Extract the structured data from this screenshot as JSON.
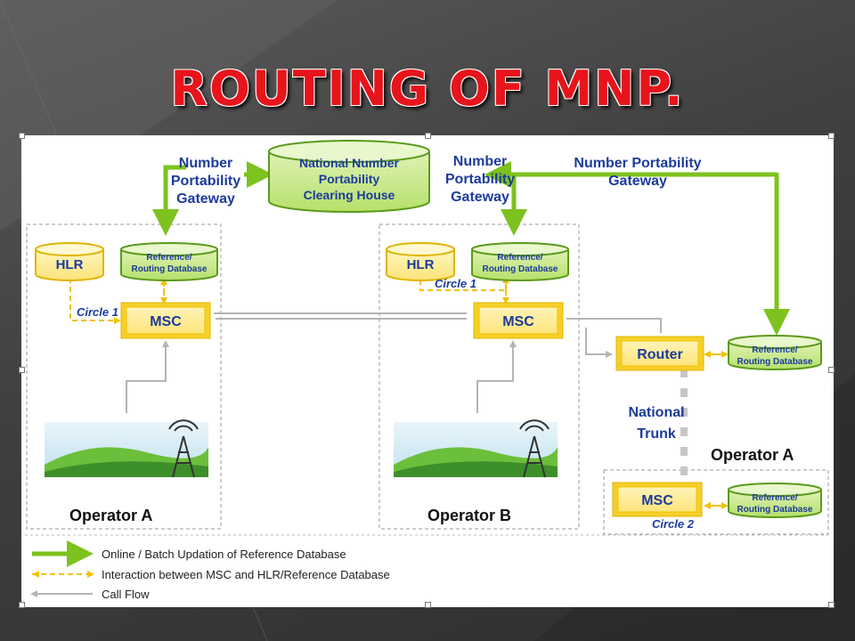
{
  "title": "ROUTING  OF  MNP.",
  "clearing_house": {
    "line1": "National Number",
    "line2": "Portability",
    "line3": "Clearing House"
  },
  "gateway_left": {
    "line1": "Number",
    "line2": "Portability",
    "line3": "Gateway"
  },
  "gateway_mid": {
    "line1": "Number",
    "line2": "Portability",
    "line3": "Gateway"
  },
  "gateway_right": {
    "line1": "Number Portability",
    "line2": "Gateway"
  },
  "hlr": "HLR",
  "ref_db": {
    "line1": "Reference/",
    "line2": "Routing Database"
  },
  "msc": "MSC",
  "router": "Router",
  "circle1": "Circle 1",
  "circle2": "Circle 2",
  "national_trunk": {
    "line1": "National",
    "line2": "Trunk"
  },
  "operator_a": "Operator A",
  "operator_b": "Operator B",
  "legend": [
    "Online / Batch Updation of Reference Database",
    "Interaction between MSC and HLR/Reference Database",
    "Call Flow"
  ],
  "colors": {
    "green": "#7dc21e",
    "yellow": "#f2c200",
    "navy": "#1c3b9c",
    "gray": "#b4b4b4",
    "title_red": "#e8141b"
  }
}
